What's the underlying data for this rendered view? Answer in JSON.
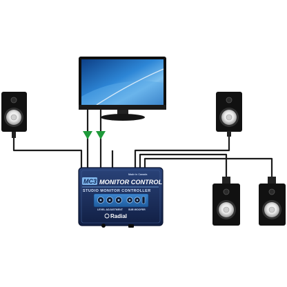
{
  "device": {
    "model": "MC3",
    "product_name": "MONITOR CONTROL",
    "subtitle": "STUDIO MONITOR CONTROLLER",
    "made_in": "Made in Canada",
    "level_label": "LEVEL ADJUSTMENT",
    "sub_label": "SUB WOOFER",
    "brand": "Radial"
  },
  "colors": {
    "cable": "#1b1b1b",
    "arrow": "#1f9a3a",
    "device_body": "#1a2e5c",
    "device_panel": "#2f6fb4",
    "screen": "#2b78c8"
  }
}
